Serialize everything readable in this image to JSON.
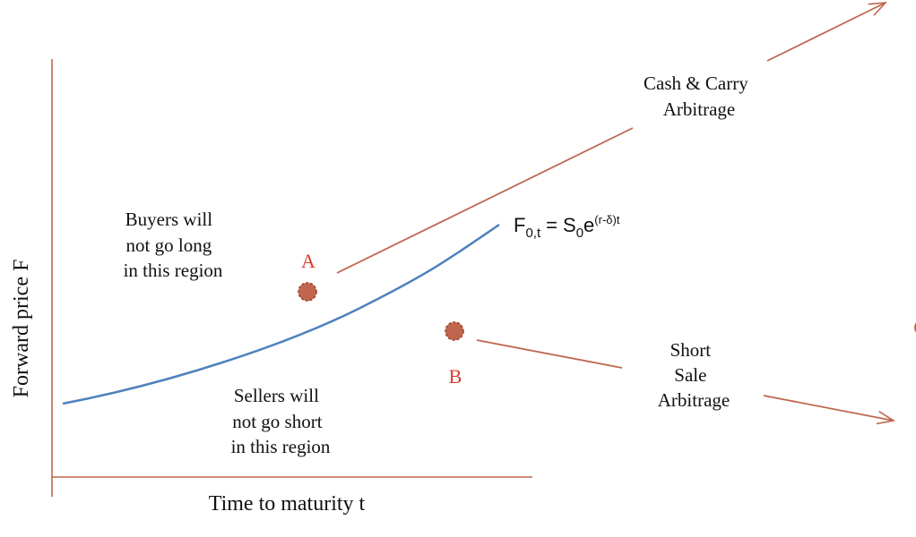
{
  "colors": {
    "axis": "#c0664e",
    "curve": "#4f81bd",
    "arrow": "#c0664e",
    "point_fill": "#c0664e",
    "point_label": "#d93a2b",
    "text": "#111111"
  },
  "axes": {
    "x_label": "Time to maturity t",
    "y_label": "Forward price F"
  },
  "curve_formula": {
    "lhs_base": "F",
    "lhs_sub": "0,t",
    "equals": "=",
    "rhs_base": "S",
    "rhs_sub": "0",
    "rhs_e": "e",
    "rhs_sup": "(r-δ)t"
  },
  "regions": {
    "above": [
      "Buyers will",
      "not go long",
      "in this region"
    ],
    "below": [
      "Sellers will",
      "not go short",
      "in this region"
    ]
  },
  "points": {
    "a_label": "A",
    "b_label": "B"
  },
  "arbitrage": {
    "cash_carry": [
      "Cash & Carry",
      "Arbitrage"
    ],
    "short_sale": [
      "Short",
      "Sale",
      "Arbitrage"
    ]
  }
}
